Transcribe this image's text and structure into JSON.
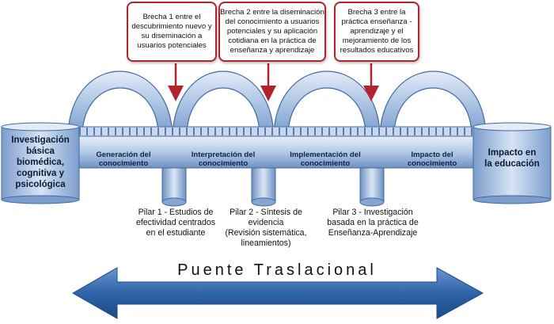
{
  "callouts": [
    {
      "text": "Brecha 1 entre el\ndescubrimiento nuevo y\nsu diseminación a\nusuarios potenciales"
    },
    {
      "text": "Brecha 2 entre la diseminación\ndel conocimiento a usuarios\npotenciales y su aplicación\ncotidiana en la práctica de\nenseñanza y aprendizaje"
    },
    {
      "text": "Brecha 3 entre la\npráctica enseñanza -\naprendizaje y el\nmejoramiento de los\nresultados educativos"
    }
  ],
  "left_box": {
    "label": "Investigación\nbásica\nbiomédica,\ncognitiva y\npsicológica"
  },
  "right_box": {
    "label": "Impacto en\nla educación"
  },
  "deck_labels": [
    {
      "text": "Generación del\nconocimiento"
    },
    {
      "text": "Interpretación del\nconocimiento"
    },
    {
      "text": "Implementación del\nconocimiento"
    },
    {
      "text": "Impacto del\nconocimiento"
    }
  ],
  "pillars": [
    {
      "label": "Pilar 1 - Estudios de\nefectividad centrados\nen el estudiante"
    },
    {
      "label": "Pilar 2 - Síntesis de\nevidencia\n(Revisión sistemática,\nlineamientos)"
    },
    {
      "label": "Pilar 3 - Investigación\nbasada en la práctica de\nEnseñanza-Aprendizaje"
    }
  ],
  "bridge_name": "Puente Traslacional",
  "colors": {
    "callout_border": "#b3232e",
    "arrow": "#b3232e",
    "bridge_dark": "#3f6aa3",
    "bridge_light": "#dfe9f6"
  }
}
